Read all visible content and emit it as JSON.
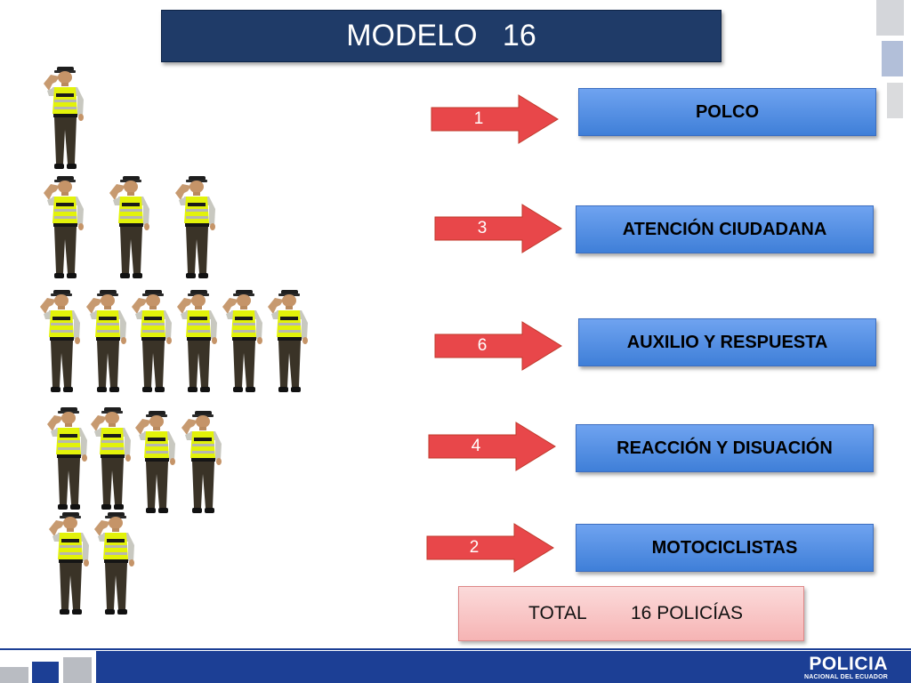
{
  "slide": {
    "title": "MODELO   16"
  },
  "units": [
    {
      "count": "1",
      "name": "POLCO"
    },
    {
      "count": "3",
      "name": "ATENCIÓN CIUDADANA"
    },
    {
      "count": "6",
      "name": "AUXILIO Y RESPUESTA"
    },
    {
      "count": "4",
      "name": "REACCIÓN Y DISUACIÓN"
    },
    {
      "count": "2",
      "name": "MOTOCICLISTAS"
    }
  ],
  "total": {
    "label": "TOTAL",
    "value": "16 POLICÍAS"
  },
  "footer": {
    "logo_main": "POLICIA",
    "logo_sub": "NACIONAL DEL ECUADOR"
  },
  "officer_vest_text": "POLICIA",
  "colors": {
    "title_bg": "#1f3b68",
    "unit_box": "#4a88e0",
    "arrow_red": "#e8474a",
    "total_bg": "#f8c6c6",
    "footer_blue": "#1c3f95",
    "vest_yellow": "#e2f20a"
  }
}
